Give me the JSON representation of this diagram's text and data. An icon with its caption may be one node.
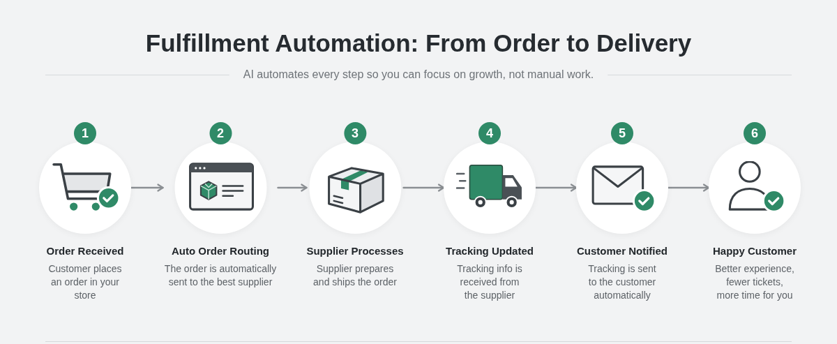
{
  "diagram": {
    "title": "Fulfillment Automation: From Order to Delivery",
    "nodes": [
      {
        "text": [
          "1",
          "Order Received",
          "Customer places an order in your store"
        ]
      },
      {
        "text": [
          "2",
          "Auto Order Routing",
          "The order is automatically sent to the best supplier"
        ]
      },
      {
        "text": [
          "3",
          "Supplier Processes",
          "Supplier prepares and ships the order"
        ]
      },
      {
        "text": [
          "4",
          "Tracking Updated",
          "Tracking info is received from the supplier"
        ]
      },
      {
        "text": [
          "5",
          "Customer Notified",
          "Tracking is sent to the customer automatically"
        ]
      },
      {
        "text": [
          "6",
          "Happy Customer",
          "Better experience, fewer tickets, more time for you"
        ]
      }
    ],
    "edges": [
      {
        "from": 0,
        "to": 1,
        "arrow": "to"
      },
      {
        "from": 1,
        "to": 2,
        "arrow": "to"
      },
      {
        "from": 2,
        "to": 3,
        "arrow": "to"
      },
      {
        "from": 3,
        "to": 4,
        "arrow": "to"
      },
      {
        "from": 4,
        "to": 5,
        "arrow": "to"
      }
    ],
    "labels": [
      "AI automates every step so you can focus on growth, not manual work."
    ]
  }
}
